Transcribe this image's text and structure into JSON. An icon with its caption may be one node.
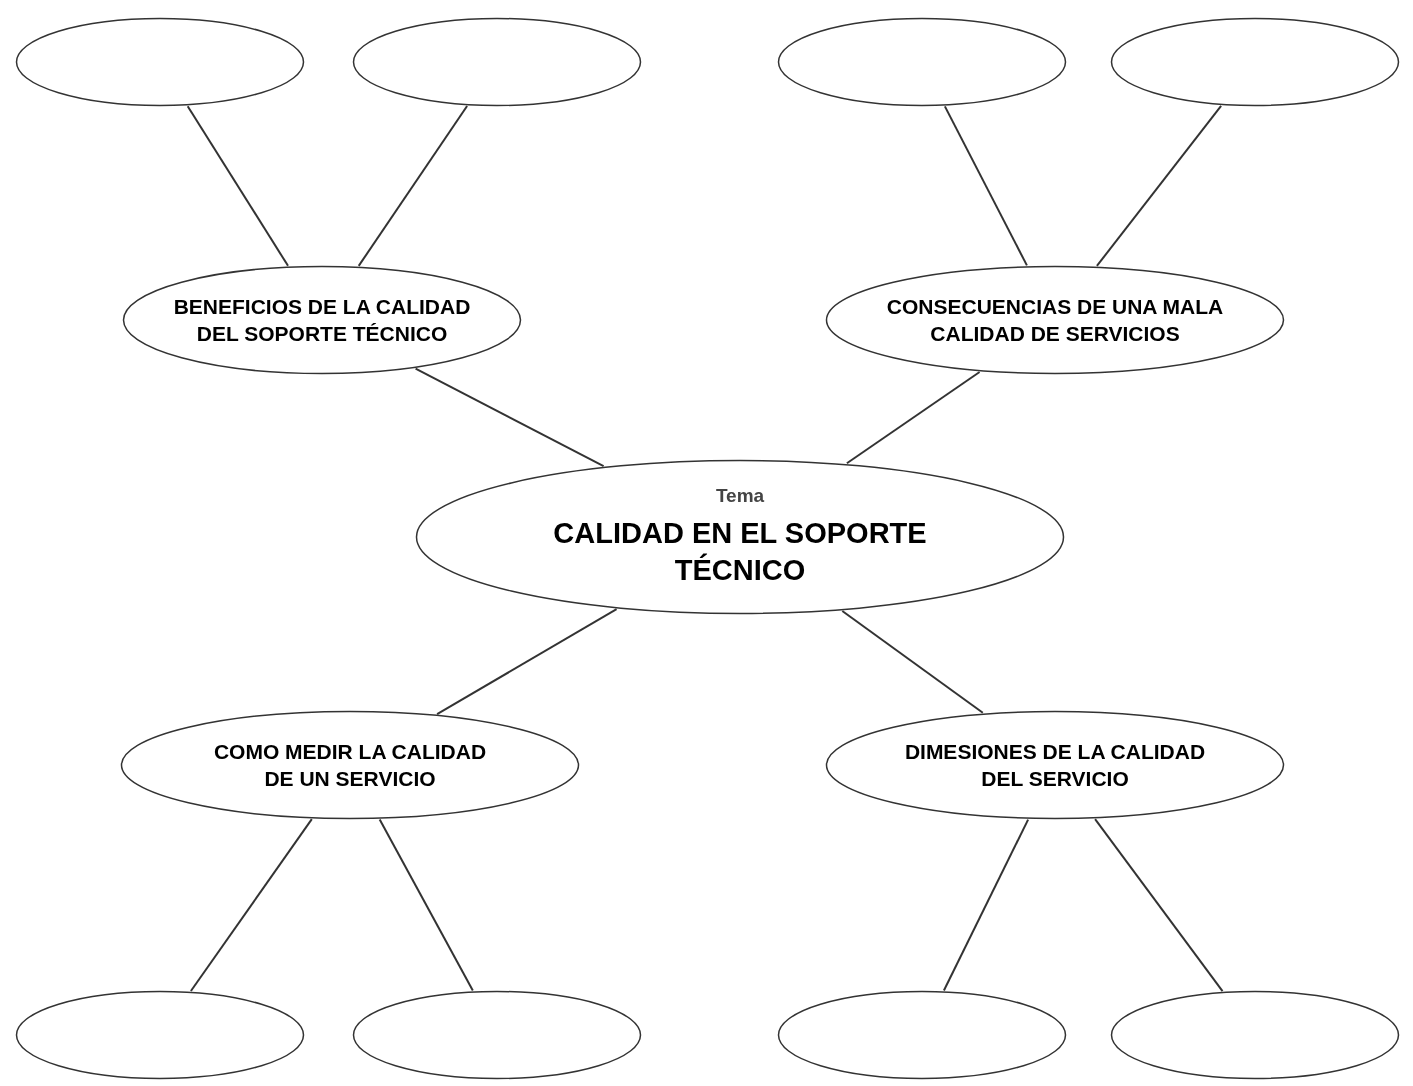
{
  "diagram": {
    "nodes": [
      {
        "text": [],
        "shape": "ellipse"
      },
      {
        "text": [],
        "shape": "ellipse"
      },
      {
        "text": [],
        "shape": "ellipse"
      },
      {
        "text": [],
        "shape": "ellipse"
      },
      {
        "text": [
          "BENEFICIOS DE LA CALIDAD DEL SOPORTE TÉCNICO"
        ]
      },
      {
        "text": [
          "CONSECUENCIAS DE UNA MALA CALIDAD DE SERVICIOS"
        ]
      },
      {
        "text": [
          "Tema",
          "CALIDAD EN EL SOPORTE TÉCNICO"
        ]
      },
      {
        "text": [
          "COMO MEDIR LA CALIDAD DE UN SERVICIO"
        ]
      },
      {
        "text": [
          "DIMESIONES DE LA CALIDAD DEL SERVICIO"
        ]
      },
      {
        "text": [],
        "shape": "ellipse"
      },
      {
        "text": [],
        "shape": "ellipse"
      },
      {
        "text": [],
        "shape": "ellipse"
      },
      {
        "text": [],
        "shape": "ellipse"
      }
    ],
    "edges": [
      {
        "from": 0,
        "to": 4,
        "arrow": "none"
      },
      {
        "from": 1,
        "to": 4,
        "arrow": "none"
      },
      {
        "from": 2,
        "to": 5,
        "arrow": "none"
      },
      {
        "from": 3,
        "to": 5,
        "arrow": "none"
      },
      {
        "from": 4,
        "to": 6,
        "arrow": "none"
      },
      {
        "from": 5,
        "to": 6,
        "arrow": "none"
      },
      {
        "from": 6,
        "to": 7,
        "arrow": "none"
      },
      {
        "from": 6,
        "to": 8,
        "arrow": "none"
      },
      {
        "from": 7,
        "to": 9,
        "arrow": "none"
      },
      {
        "from": 7,
        "to": 10,
        "arrow": "none"
      },
      {
        "from": 8,
        "to": 11,
        "arrow": "none"
      },
      {
        "from": 8,
        "to": 12,
        "arrow": "none"
      }
    ]
  }
}
